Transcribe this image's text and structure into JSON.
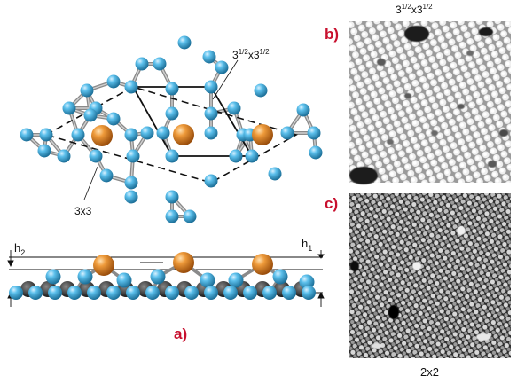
{
  "figure": {
    "panel_a": {
      "label": "a)",
      "cell_large": "3x3",
      "cell_small_base": "3",
      "cell_small_sup": "1/2",
      "cell_small_x": "x",
      "height_left": "h",
      "height_left_sub": "2",
      "height_right": "h",
      "height_right_sub": "1"
    },
    "panel_b": {
      "label": "b)",
      "title_base": "3",
      "title_sup": "1/2",
      "title_x": "x"
    },
    "panel_c": {
      "label": "c)",
      "caption": "2x2"
    }
  },
  "colors": {
    "substrate_atom": "#3aa6d6",
    "adatom": "#e08a2c",
    "bond": "#8a8a8a",
    "label_red": "#c8102e"
  }
}
